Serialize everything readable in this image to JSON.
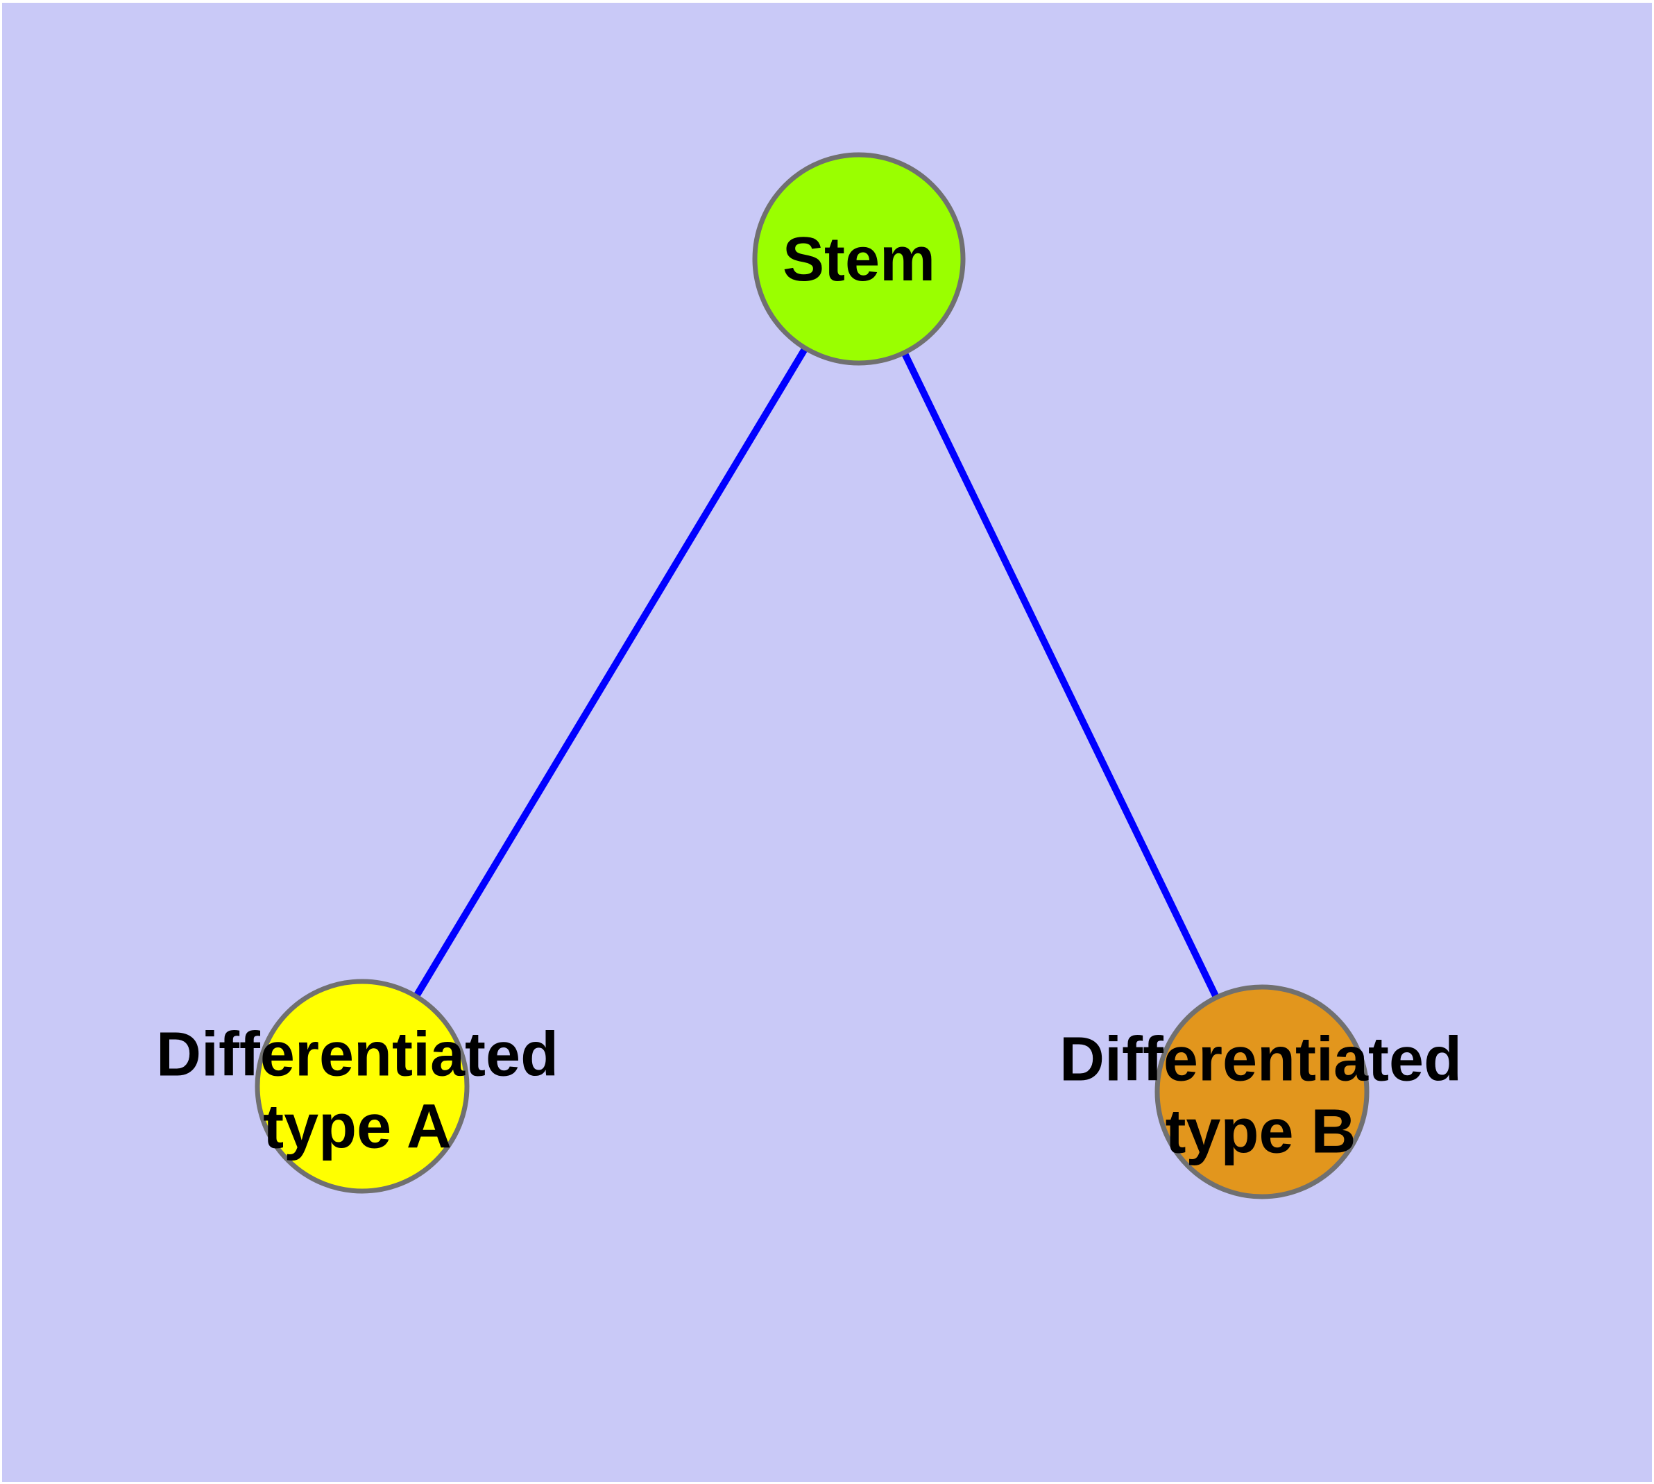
{
  "diagram": {
    "type": "node-link-graph",
    "description": "Cell differentiation hierarchy: stem cell to two differentiated types"
  },
  "colors": {
    "background": "#C9C9F7",
    "frame": "#FFFFFF",
    "edge": "#0000FF",
    "node_border": "#707070",
    "label": "#000000",
    "stem_fill": "#9AFF00",
    "type_a_fill": "#FFFF00",
    "type_b_fill": "#E2961D"
  },
  "nodes": {
    "stem": {
      "label": "Stem",
      "label_lines": [
        "Stem"
      ],
      "color": "#9AFF00"
    },
    "type_a": {
      "label": "Differentiated type A",
      "label_lines": [
        "Differentiated",
        "type A"
      ],
      "color": "#FFFF00"
    },
    "type_b": {
      "label": "Differentiated type B",
      "label_lines": [
        "Differentiated",
        "type B"
      ],
      "color": "#E2961D"
    }
  },
  "edges": [
    {
      "from": "Stem",
      "to": "Differentiated type A"
    },
    {
      "from": "Stem",
      "to": "Differentiated type B"
    }
  ]
}
